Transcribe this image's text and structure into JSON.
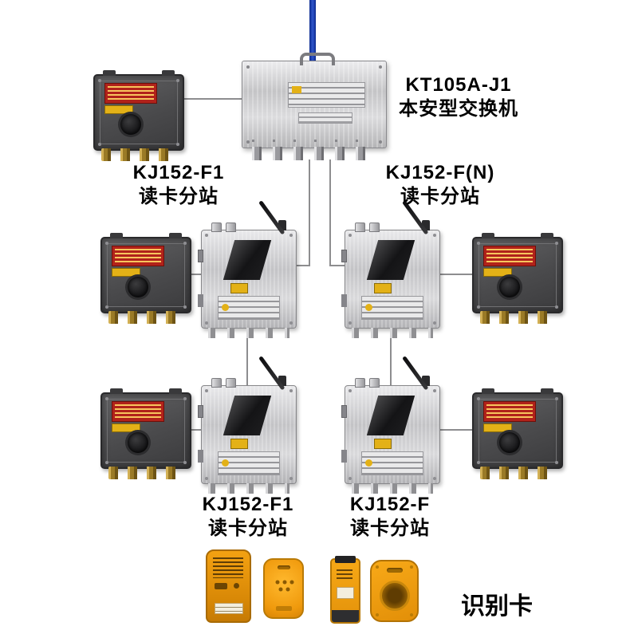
{
  "labels": {
    "switch_model": "KT105A-J1",
    "switch_name": "本安型交换机",
    "cards_caption": "识别卡"
  },
  "stations": [
    {
      "model": "KJ152-F1",
      "type": "读卡分站"
    },
    {
      "model": "KJ152-F(N)",
      "type": "读卡分站"
    },
    {
      "model": "KJ152-F1",
      "type": "读卡分站"
    },
    {
      "model": "KJ152-F",
      "type": "读卡分站"
    }
  ],
  "colors": {
    "cable_blue": "#1a35b0",
    "line_gray": "#8d8d8f",
    "label_red": "#b1221a",
    "label_yellow": "#e3b117",
    "card_orange": "#f2990f",
    "box_dark": "#4a4a4c",
    "brass": "#b08c35"
  }
}
